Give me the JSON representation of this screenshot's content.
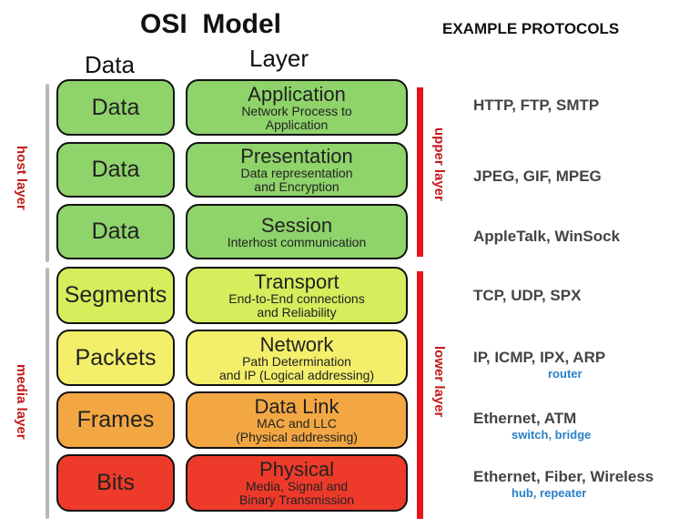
{
  "title": "OSI  Model",
  "examples_heading": "EXAMPLE PROTOCOLS",
  "columns": {
    "data": "Data",
    "layer": "Layer"
  },
  "side_labels": {
    "host": "host layer",
    "media": "media layer",
    "upper": "upper layer",
    "lower": "lower layer"
  },
  "units": [
    {
      "label": "Data",
      "color": "#8fd36b"
    },
    {
      "label": "Data",
      "color": "#8fd36b"
    },
    {
      "label": "Data",
      "color": "#8fd36b"
    },
    {
      "label": "Segments",
      "color": "#d4ee5c"
    },
    {
      "label": "Packets",
      "color": "#f3ef6a"
    },
    {
      "label": "Frames",
      "color": "#f3a743"
    },
    {
      "label": "Bits",
      "color": "#ee3a2a"
    }
  ],
  "layers": [
    {
      "name": "Application",
      "desc1": "Network Process to",
      "desc2": "Application",
      "color": "#8fd36b"
    },
    {
      "name": "Presentation",
      "desc1": "Data representation",
      "desc2": "and Encryption",
      "color": "#8fd36b"
    },
    {
      "name": "Session",
      "desc1": "Interhost communication",
      "desc2": "",
      "color": "#8fd36b"
    },
    {
      "name": "Transport",
      "desc1": "End-to-End connections",
      "desc2": "and Reliability",
      "color": "#d4ee5c"
    },
    {
      "name": "Network",
      "desc1": "Path Determination",
      "desc2": "and IP (Logical addressing)",
      "color": "#f3ef6a"
    },
    {
      "name": "Data Link",
      "desc1": "MAC and LLC",
      "desc2": "(Physical addressing)",
      "color": "#f3a743"
    },
    {
      "name": "Physical",
      "desc1": "Media, Signal and",
      "desc2": "Binary Transmission",
      "color": "#ee3a2a"
    }
  ],
  "protocols": [
    {
      "text": "HTTP, FTP, SMTP",
      "device": ""
    },
    {
      "text": "JPEG, GIF, MPEG",
      "device": ""
    },
    {
      "text": "AppleTalk, WinSock",
      "device": ""
    },
    {
      "text": "TCP, UDP, SPX",
      "device": ""
    },
    {
      "text": "IP, ICMP, IPX, ARP",
      "device": "router"
    },
    {
      "text": "Ethernet, ATM",
      "device": "switch, bridge"
    },
    {
      "text": "Ethernet, Fiber, Wireless",
      "device": "hub, repeater"
    }
  ]
}
